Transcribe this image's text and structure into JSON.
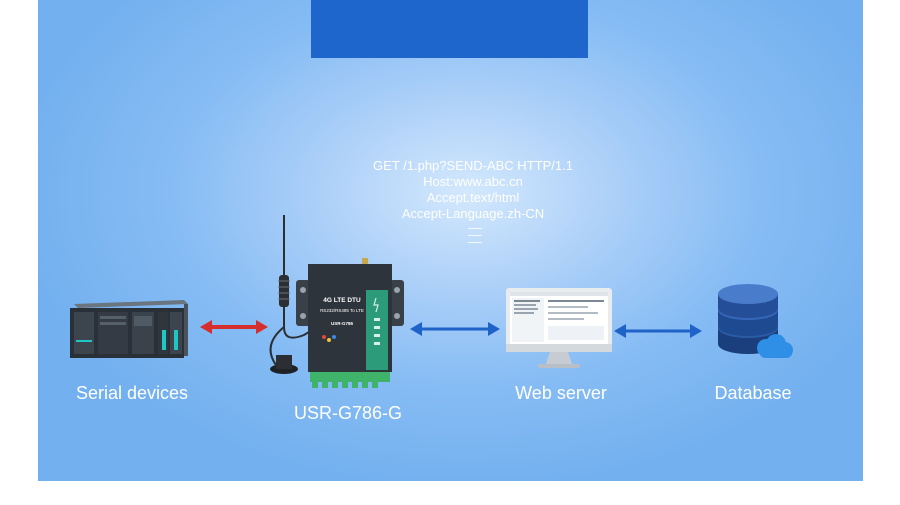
{
  "http_request": {
    "lines": [
      "GET /1.php?SEND-ABC HTTP/1.1",
      "Host:www.abc.cn",
      "Accept.text/html",
      "Accept-Language.zh-CN"
    ]
  },
  "labels": {
    "serial_devices": "Serial devices",
    "dtu": "USR-G786-G",
    "web_server": "Web server",
    "database": "Database"
  },
  "device": {
    "title": "4G LTE DTU",
    "subtitle": "RS232/RS485 To LTE",
    "model": "USR-G786"
  },
  "colors": {
    "top_bar": "#1e65cc",
    "arrow_serial": "#d62d2d",
    "arrow_blue": "#1f62c8",
    "device_green": "#2c9b7a"
  },
  "icons": [
    "plc-rack",
    "antenna",
    "dtu-router",
    "monitor",
    "database-cylinder",
    "cloud-icon"
  ]
}
